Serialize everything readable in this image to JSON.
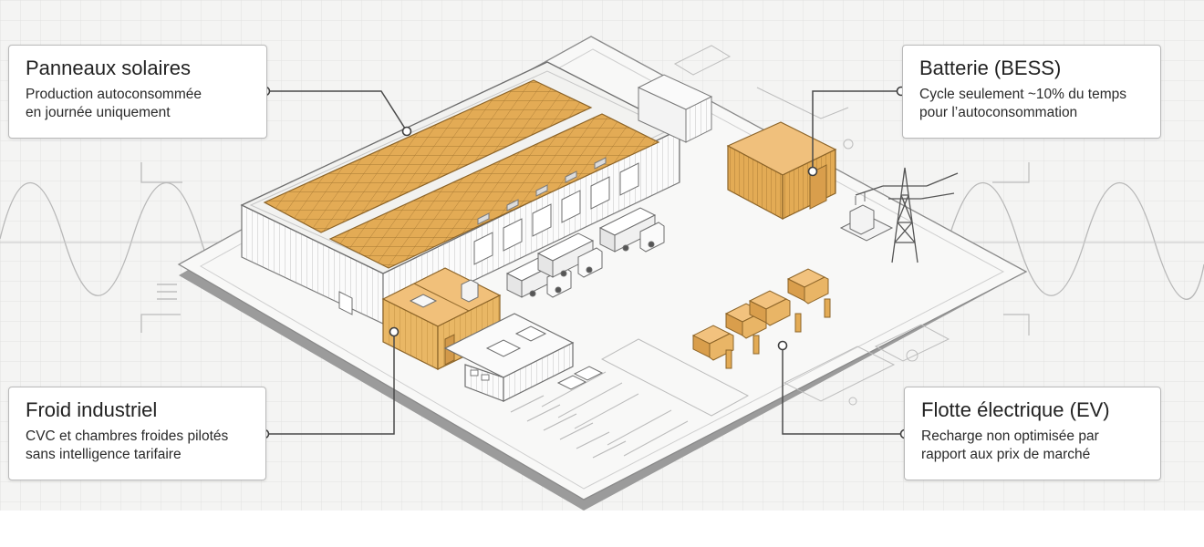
{
  "colors": {
    "accent": "#e3ab55",
    "accent_dark": "#8a6428",
    "line": "#4a4a4a",
    "background": "#f4f4f3"
  },
  "callouts": {
    "solar": {
      "title": "Panneaux solaires",
      "desc1": "Production autoconsommée",
      "desc2": "en journée uniquement"
    },
    "battery": {
      "title": "Batterie (BESS)",
      "desc1": "Cycle seulement ~10% du temps",
      "desc2": "pour l’autoconsommation"
    },
    "cold": {
      "title": "Froid industriel",
      "desc1": "CVC et chambres froides pilotés",
      "desc2": "sans intelligence tarifaire"
    },
    "fleet": {
      "title": "Flotte électrique (EV)",
      "desc1": "Recharge non optimisée par",
      "desc2": "rapport aux prix de marché"
    }
  },
  "icons": [
    "solar-panel-icon",
    "battery-container-icon",
    "pylon-icon",
    "transformer-icon",
    "truck-icon",
    "ev-van-icon",
    "charger-icon",
    "hvac-unit-icon"
  ]
}
